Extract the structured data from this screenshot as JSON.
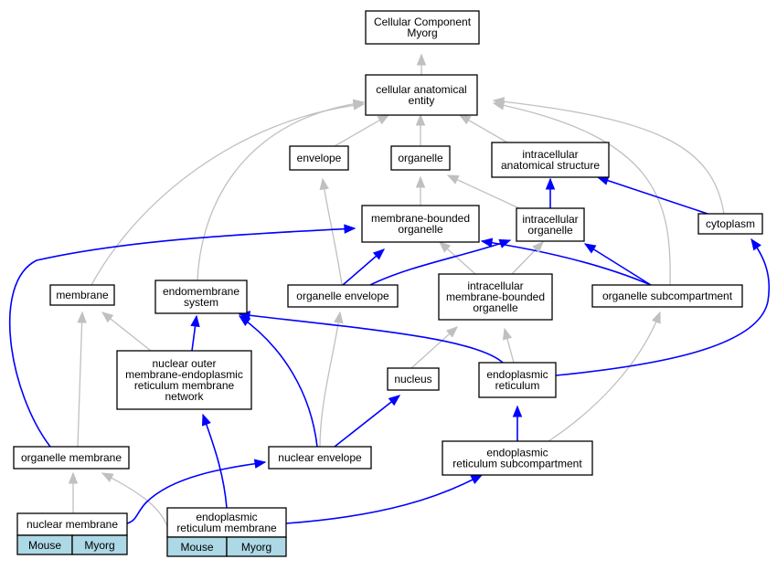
{
  "colors": {
    "relation_is_a": "#c0c0c0",
    "relation_part_of": "#0000ff",
    "annotation_cell": "#add8e6"
  },
  "nodes": {
    "root": {
      "lines": [
        "Cellular Component",
        "Myorg"
      ]
    },
    "cae": {
      "lines": [
        "cellular anatomical",
        "entity"
      ]
    },
    "envelope": {
      "lines": [
        "envelope"
      ]
    },
    "organelle": {
      "lines": [
        "organelle"
      ]
    },
    "ias": {
      "lines": [
        "intracellular",
        "anatomical structure"
      ]
    },
    "mbo": {
      "lines": [
        "membrane-bounded",
        "organelle"
      ]
    },
    "io": {
      "lines": [
        "intracellular",
        "organelle"
      ]
    },
    "cytoplasm": {
      "lines": [
        "cytoplasm"
      ]
    },
    "membrane": {
      "lines": [
        "membrane"
      ]
    },
    "endo": {
      "lines": [
        "endomembrane",
        "system"
      ]
    },
    "oenv": {
      "lines": [
        "organelle envelope"
      ]
    },
    "imbo": {
      "lines": [
        "intracellular",
        "membrane-bounded",
        "organelle"
      ]
    },
    "osub": {
      "lines": [
        "organelle subcompartment"
      ]
    },
    "nomer": {
      "lines": [
        "nuclear outer",
        "membrane-endoplasmic",
        "reticulum membrane",
        "network"
      ]
    },
    "nucleus": {
      "lines": [
        "nucleus"
      ]
    },
    "er": {
      "lines": [
        "endoplasmic",
        "reticulum"
      ]
    },
    "omem": {
      "lines": [
        "organelle membrane"
      ]
    },
    "nenv": {
      "lines": [
        "nuclear envelope"
      ]
    },
    "ersub": {
      "lines": [
        "endoplasmic",
        "reticulum subcompartment"
      ]
    },
    "nmem": {
      "lines": [
        "nuclear membrane"
      ],
      "cells": [
        "Mouse",
        "Myorg"
      ]
    },
    "ermem": {
      "lines": [
        "endoplasmic",
        "reticulum membrane"
      ],
      "cells": [
        "Mouse",
        "Myorg"
      ]
    }
  }
}
